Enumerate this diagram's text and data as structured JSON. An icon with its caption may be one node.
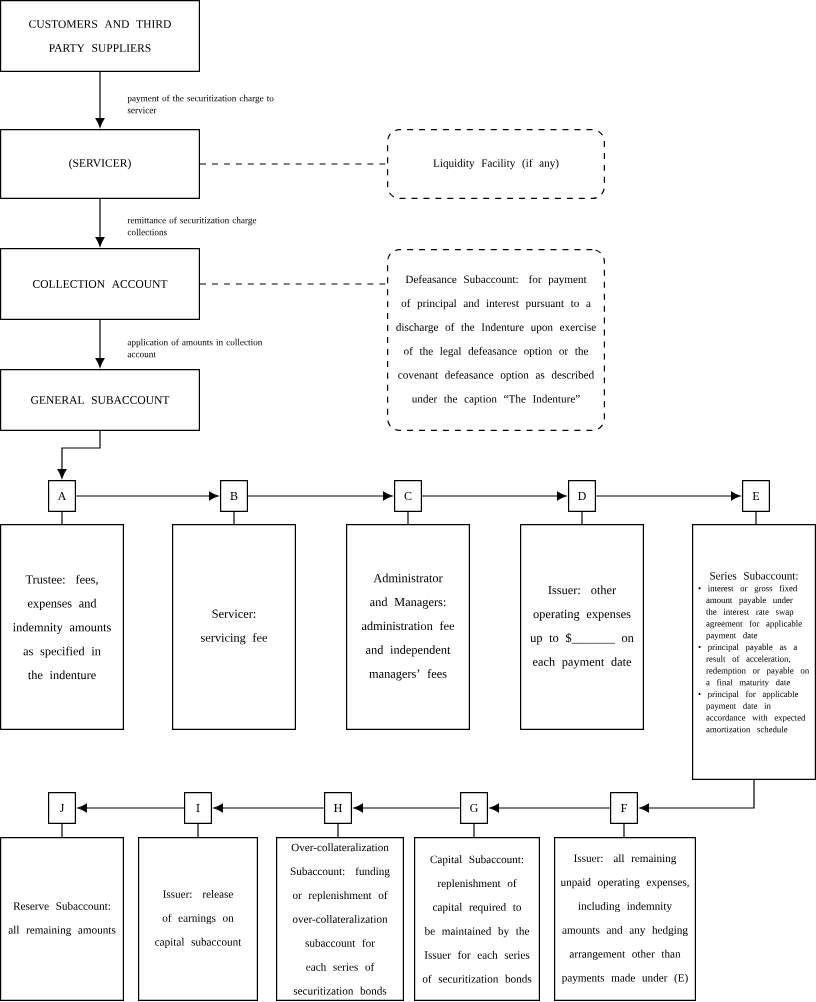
{
  "diagram": {
    "nodes": [
      {
        "text": [
          "CUSTOMERS AND THIRD PARTY SUPPLIERS"
        ]
      },
      {
        "text": [
          "(SERVICER)"
        ]
      },
      {
        "text": [
          "Liquidity Facility (if any)"
        ]
      },
      {
        "text": [
          "COLLECTION ACCOUNT"
        ]
      },
      {
        "text": [
          "Defeasance Subaccount: for payment of principal and interest pursuant to a discharge of the Indenture upon exercise of the legal defeasance option or the covenant defeasance option as described under the caption “The Indenture”"
        ]
      },
      {
        "text": [
          "GENERAL SUBACCOUNT"
        ]
      },
      {
        "text": [
          "A"
        ]
      },
      {
        "text": [
          "Trustee: fees, expenses and indemnity amounts as specified in the indenture"
        ]
      },
      {
        "text": [
          "B"
        ]
      },
      {
        "text": [
          "Servicer: servicing fee"
        ]
      },
      {
        "text": [
          "C"
        ]
      },
      {
        "text": [
          "Administrator and Managers: administration fee and independent managers’ fees"
        ]
      },
      {
        "text": [
          "D"
        ]
      },
      {
        "text": [
          "Issuer: other operating expenses up to $_______ on each payment date"
        ]
      },
      {
        "text": [
          "E"
        ]
      },
      {
        "text": [
          "Series Subaccount:",
          "• interest or gross fixed amount payable under the interest rate swap agreement for applicable payment date",
          "• principal payable as a result of acceleration, redemption or payable on a final maturity date",
          "• principal for applicable payment date in accordance with expected amortization schedule"
        ]
      },
      {
        "text": [
          "F"
        ]
      },
      {
        "text": [
          "Issuer: all remaining unpaid operating expenses, including indemnity amounts and any hedging arrangement other than payments made under (E)"
        ]
      },
      {
        "text": [
          "G"
        ]
      },
      {
        "text": [
          "Capital Subaccount: replenishment of capital required to be maintained by the Issuer for each series of securitization bonds"
        ]
      },
      {
        "text": [
          "H"
        ]
      },
      {
        "text": [
          "Over-collateralization Subaccount: funding or replenishment of over-collateralization subaccount for each series of securitization bonds"
        ]
      },
      {
        "text": [
          "I"
        ]
      },
      {
        "text": [
          "Issuer: release of earnings on capital subaccount"
        ]
      },
      {
        "text": [
          "J"
        ]
      },
      {
        "text": [
          "Reserve Subaccount: all remaining amounts"
        ]
      }
    ],
    "edges": [
      {
        "from": 0,
        "to": 1,
        "arrow": "to",
        "label": "payment of the securitization charge to servicer"
      },
      {
        "from": 1,
        "to": 2,
        "arrow": "none",
        "style": "dashed"
      },
      {
        "from": 1,
        "to": 3,
        "arrow": "to",
        "label": "remittance of securitization charge collections"
      },
      {
        "from": 3,
        "to": 4,
        "arrow": "none",
        "style": "dashed"
      },
      {
        "from": 3,
        "to": 5,
        "arrow": "to",
        "label": "application of amounts in collection account"
      },
      {
        "from": 5,
        "to": 6,
        "arrow": "to"
      },
      {
        "from": 6,
        "to": 7,
        "arrow": "none"
      },
      {
        "from": 6,
        "to": 8,
        "arrow": "to"
      },
      {
        "from": 8,
        "to": 9,
        "arrow": "none"
      },
      {
        "from": 8,
        "to": 10,
        "arrow": "to"
      },
      {
        "from": 10,
        "to": 11,
        "arrow": "none"
      },
      {
        "from": 10,
        "to": 12,
        "arrow": "to"
      },
      {
        "from": 12,
        "to": 13,
        "arrow": "none"
      },
      {
        "from": 12,
        "to": 14,
        "arrow": "to"
      },
      {
        "from": 14,
        "to": 15,
        "arrow": "none"
      },
      {
        "from": 15,
        "to": 16,
        "arrow": "to"
      },
      {
        "from": 16,
        "to": 17,
        "arrow": "none"
      },
      {
        "from": 16,
        "to": 18,
        "arrow": "to"
      },
      {
        "from": 18,
        "to": 19,
        "arrow": "none"
      },
      {
        "from": 18,
        "to": 20,
        "arrow": "to"
      },
      {
        "from": 20,
        "to": 21,
        "arrow": "none"
      },
      {
        "from": 20,
        "to": 22,
        "arrow": "to"
      },
      {
        "from": 22,
        "to": 23,
        "arrow": "none"
      },
      {
        "from": 22,
        "to": 24,
        "arrow": "to"
      },
      {
        "from": 24,
        "to": 25,
        "arrow": "none"
      }
    ]
  }
}
